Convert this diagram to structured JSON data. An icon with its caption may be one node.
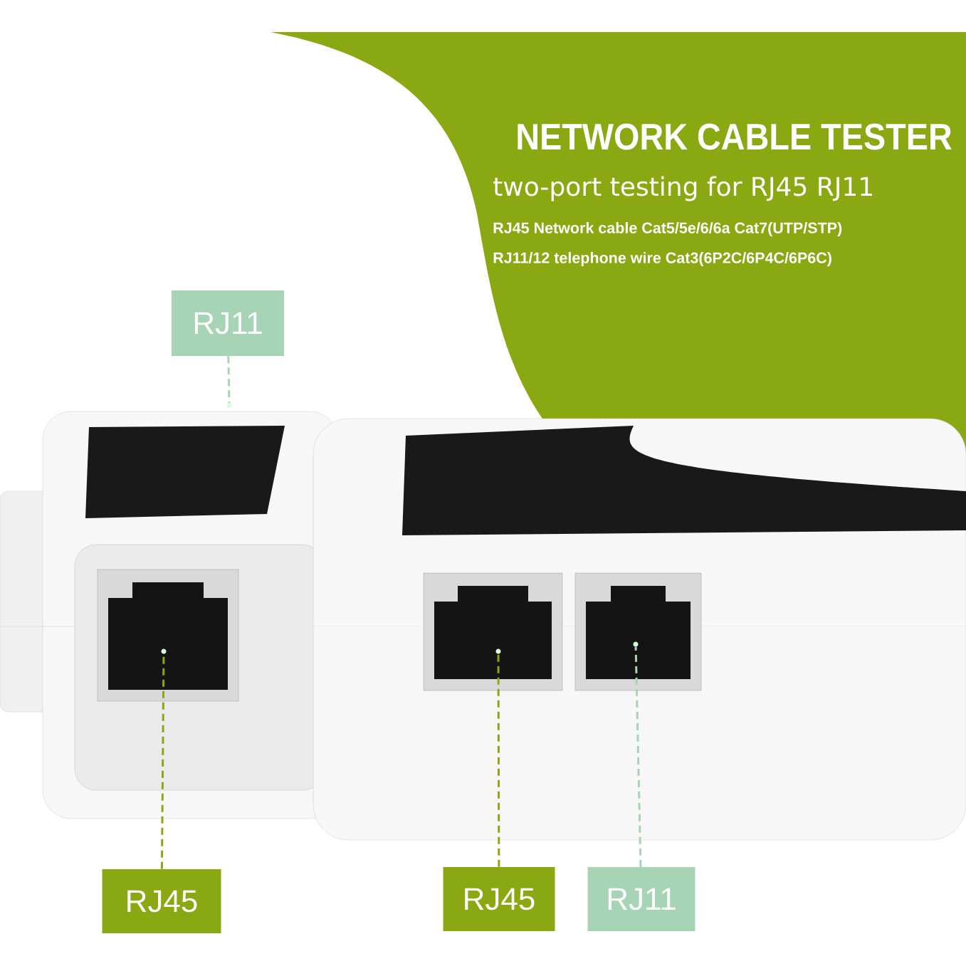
{
  "diagram": {
    "title": "NETWORK CABLE TESTER",
    "nodes": [
      {
        "text": [
          "RJ11"
        ]
      },
      {
        "text": [],
        "shape": "circle"
      },
      {
        "text": [],
        "shape": "circle"
      },
      {
        "text": [],
        "shape": "circle"
      },
      {
        "text": [],
        "shape": "circle"
      },
      {
        "text": [
          "RJ45"
        ]
      },
      {
        "text": [
          "RJ45"
        ]
      },
      {
        "text": [
          "RJ11"
        ]
      }
    ],
    "edges": [
      {
        "from": 0,
        "to": 1,
        "arrow": "none",
        "style": "dashed",
        "color": "#a6d4b4"
      },
      {
        "from": 5,
        "to": 2,
        "arrow": "none",
        "style": "dashed",
        "color": "#8aa812"
      },
      {
        "from": 6,
        "to": 3,
        "arrow": "none",
        "style": "dashed",
        "color": "#8aa812"
      },
      {
        "from": 7,
        "to": 4,
        "arrow": "none",
        "style": "dashed",
        "color": "#a6d4b4"
      }
    ],
    "labels": [
      "two-port testing for RJ45 RJ11",
      "RJ45 Network cable Cat5/5e/6/6a Cat7(UTP/STP)",
      "RJ11/12 telephone wire Cat3(6P2C/6P4C/6P6C)"
    ]
  }
}
